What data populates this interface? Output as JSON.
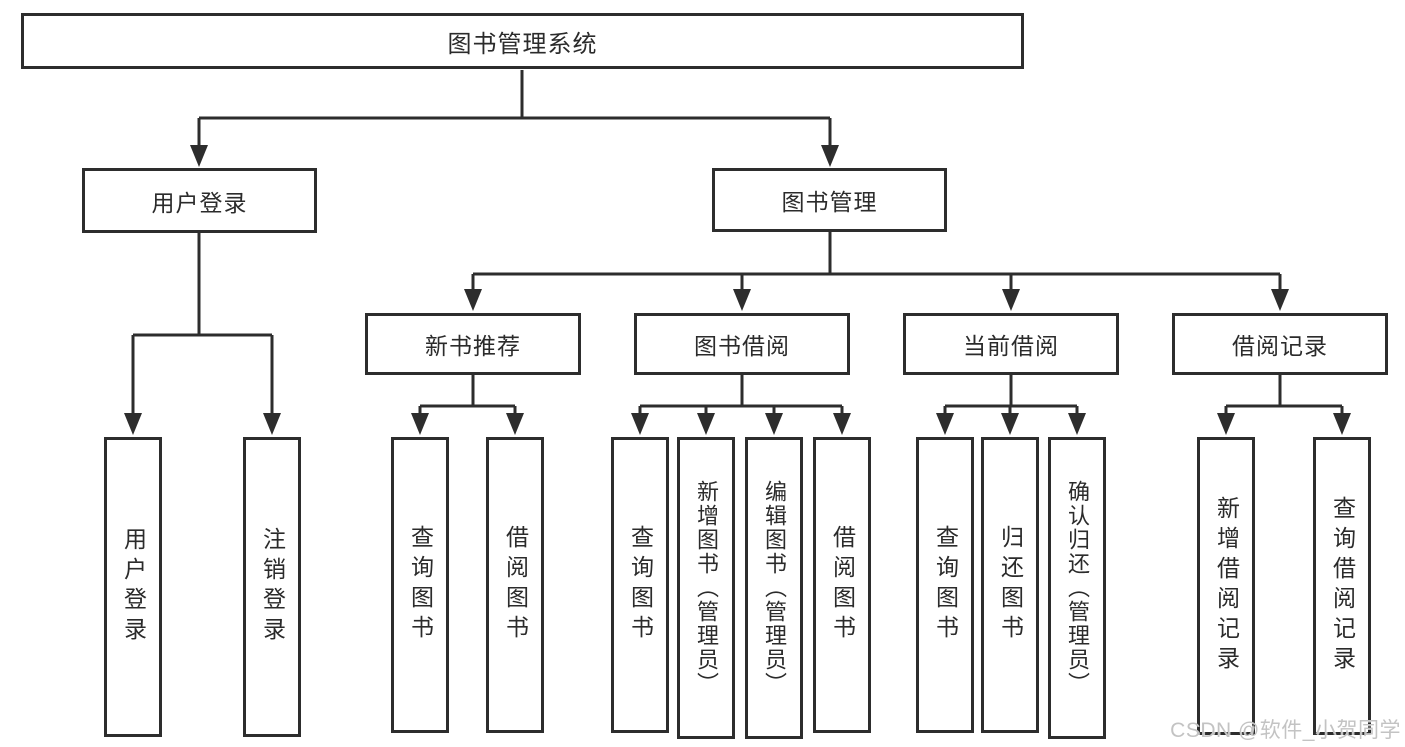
{
  "diagram": {
    "root": {
      "label": "图书管理系统"
    },
    "level2": [
      {
        "id": "user-login",
        "label": "用户登录",
        "children": [
          "用户登录",
          "注销登录"
        ]
      },
      {
        "id": "book-management",
        "label": "图书管理"
      }
    ],
    "level3": [
      {
        "id": "new-book-recommend",
        "label": "新书推荐",
        "children": [
          "查询图书",
          "借阅图书"
        ]
      },
      {
        "id": "book-borrow",
        "label": "图书借阅",
        "children": [
          "查询图书",
          "新增图书（管理员）",
          "编辑图书（管理员）",
          "借阅图书"
        ]
      },
      {
        "id": "current-borrow",
        "label": "当前借阅",
        "children": [
          "查询图书",
          "归还图书",
          "确认归还（管理员）"
        ]
      },
      {
        "id": "borrow-records",
        "label": "借阅记录",
        "children": [
          "新增借阅记录",
          "查询借阅记录"
        ]
      }
    ],
    "watermark": "CSDN @软件_小贺同学",
    "colors": {
      "line": "#2d2d2d",
      "text": "#2b2b2b",
      "background": "#ffffff",
      "watermark": "#c3c3c3"
    }
  }
}
